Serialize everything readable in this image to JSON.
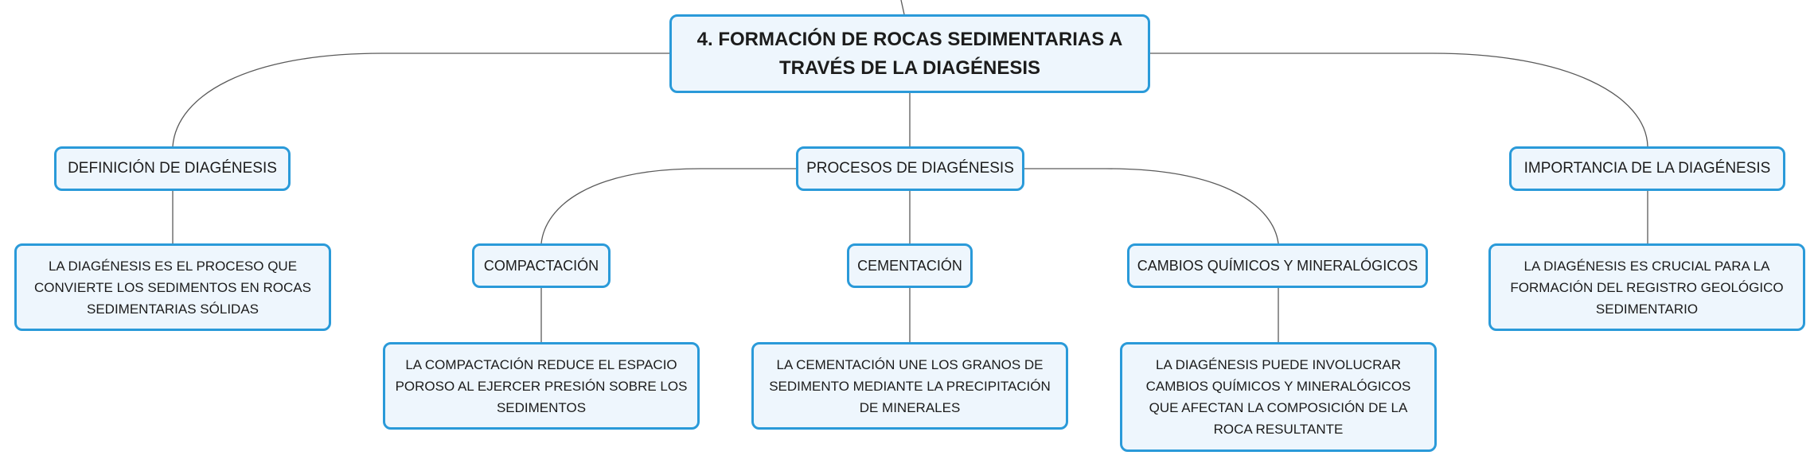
{
  "map": {
    "root": "4. FORMACIÓN DE ROCAS SEDIMENTARIAS A TRAVÉS DE LA DIAGÉNESIS",
    "definicion": {
      "title": "DEFINICIÓN DE DIAGÉNESIS",
      "detail": "LA DIAGÉNESIS ES EL PROCESO QUE CONVIERTE LOS SEDIMENTOS EN ROCAS SEDIMENTARIAS SÓLIDAS"
    },
    "procesos": {
      "title": "PROCESOS DE DIAGÉNESIS",
      "compactacion": {
        "title": "COMPACTACIÓN",
        "detail": "LA COMPACTACIÓN REDUCE EL ESPACIO POROSO AL EJERCER PRESIÓN SOBRE LOS SEDIMENTOS"
      },
      "cementacion": {
        "title": "CEMENTACIÓN",
        "detail": "LA CEMENTACIÓN UNE LOS GRANOS DE SEDIMENTO MEDIANTE LA PRECIPITACIÓN DE MINERALES"
      },
      "cambios": {
        "title": "CAMBIOS QUÍMICOS Y MINERALÓGICOS",
        "detail": "LA DIAGÉNESIS PUEDE INVOLUCRAR CAMBIOS QUÍMICOS Y MINERALÓGICOS QUE AFECTAN LA COMPOSICIÓN DE LA ROCA RESULTANTE"
      }
    },
    "importancia": {
      "title": "IMPORTANCIA DE LA DIAGÉNESIS",
      "detail": "LA DIAGÉNESIS ES CRUCIAL PARA LA FORMACIÓN DEL REGISTRO GEOLÓGICO SEDIMENTARIO"
    }
  },
  "colors": {
    "border": "#2a9ad9",
    "fill": "#eef6fd",
    "line": "#555555"
  }
}
